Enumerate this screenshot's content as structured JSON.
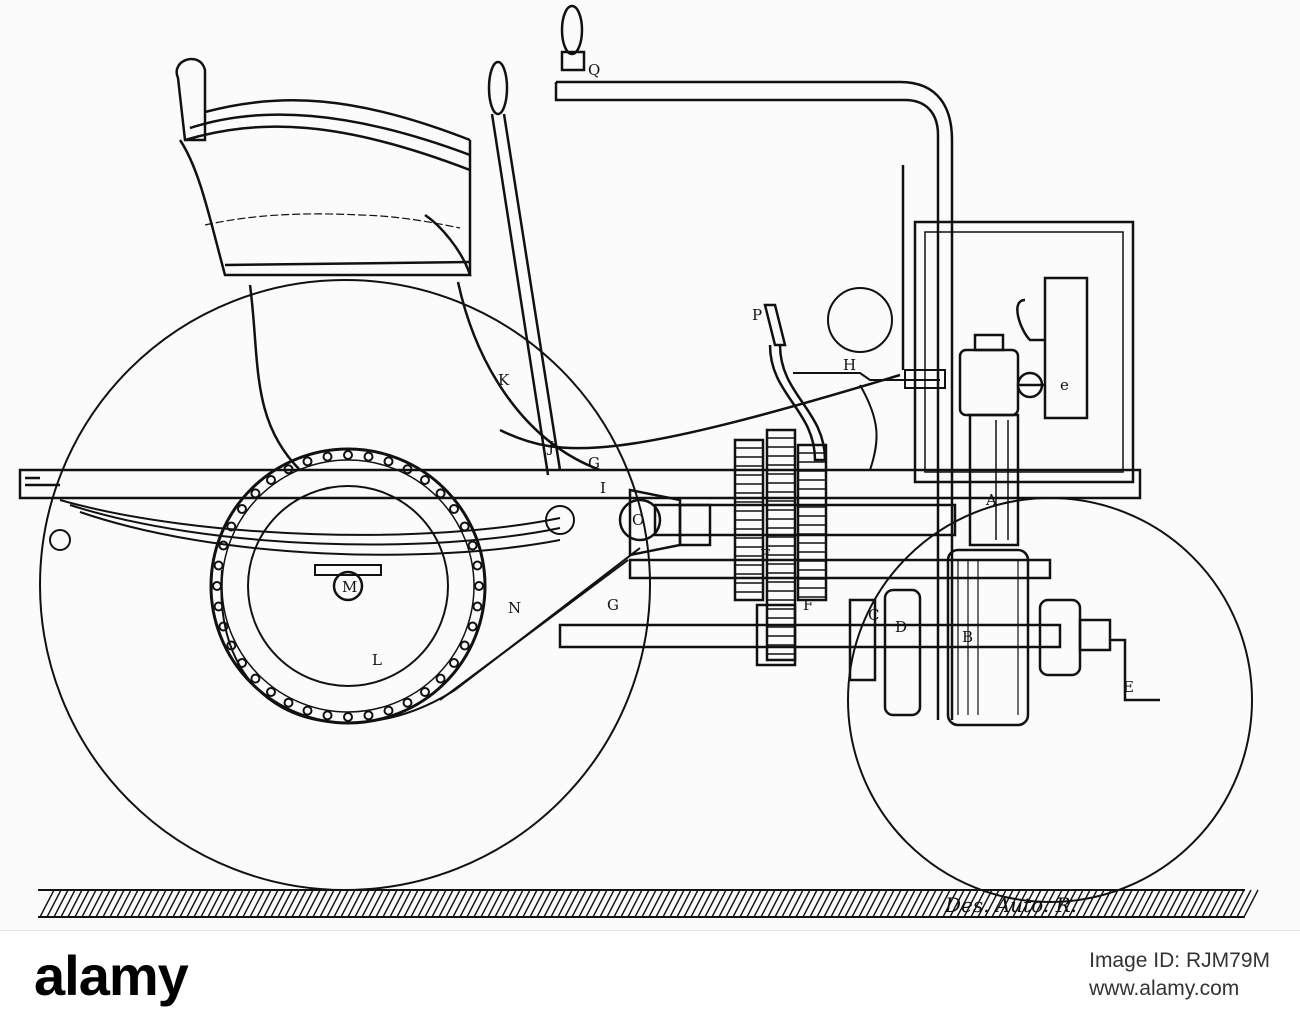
{
  "diagram": {
    "part_labels": {
      "A": "A",
      "B": "B",
      "C": "C",
      "D": "D",
      "E": "E",
      "e": "e",
      "F1": "F",
      "F2": "F",
      "G1": "G",
      "G2": "G",
      "H": "H",
      "I": "I",
      "J": "J",
      "K": "K",
      "L": "L",
      "M": "M",
      "N": "N",
      "O": "O",
      "P": "P",
      "Q": "Q"
    },
    "signature": "Des. Auto. R."
  },
  "watermark": {
    "logo": "alamy",
    "image_id": "Image ID: RJM79M",
    "url": "www.alamy.com"
  },
  "colors": {
    "ink": "#111111",
    "paper": "#fbfbfb",
    "watermark_bg": "#ffffff"
  }
}
